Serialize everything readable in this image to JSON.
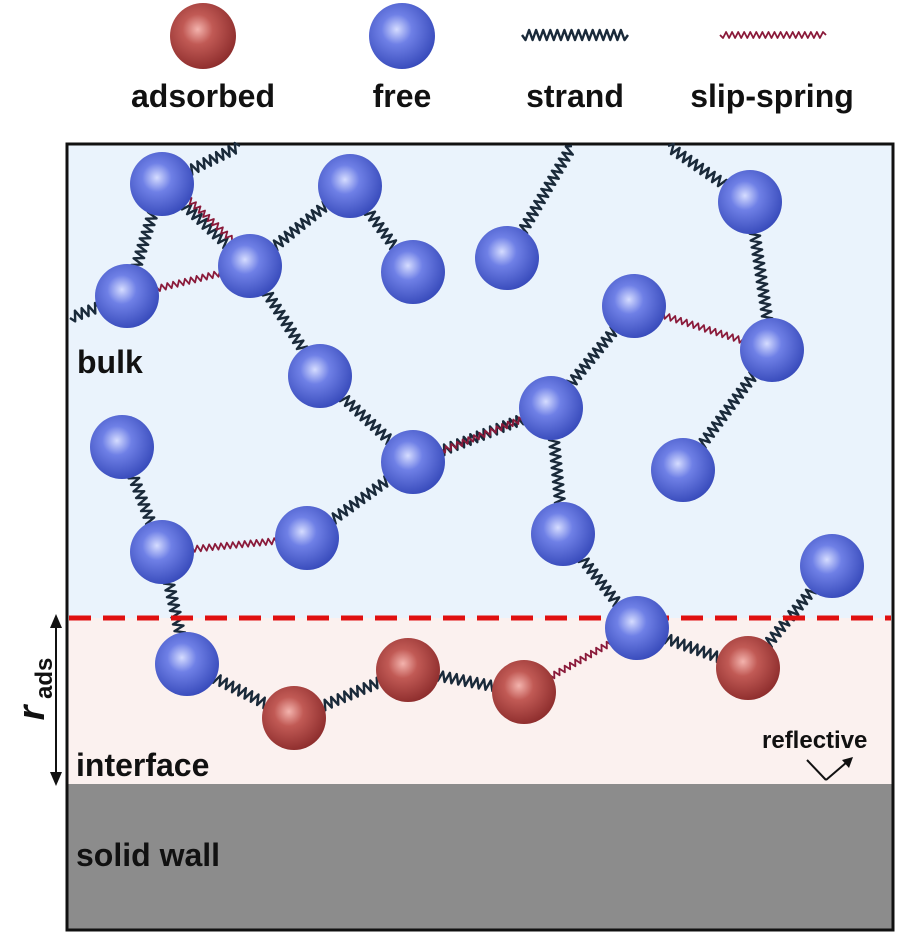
{
  "legend": {
    "adsorbed": "adsorbed",
    "free": "free",
    "strand": "strand",
    "slip_spring": "slip-spring"
  },
  "regions": {
    "bulk": "bulk",
    "interface": "interface",
    "wall": "solid wall",
    "reflective": "reflective"
  },
  "radius_label": {
    "symbol": "r",
    "subscript": "ads"
  },
  "colors": {
    "free_bead": "#5b6fd6",
    "adsorbed_bead": "#b84a4a",
    "strand": "#1a2a3a",
    "slip_spring": "#8a1a3a",
    "bulk_bg": "#eaf3fc",
    "interface_bg": "#fbf1ef",
    "wall": "#8c8c8c",
    "dash": "#e01010"
  }
}
